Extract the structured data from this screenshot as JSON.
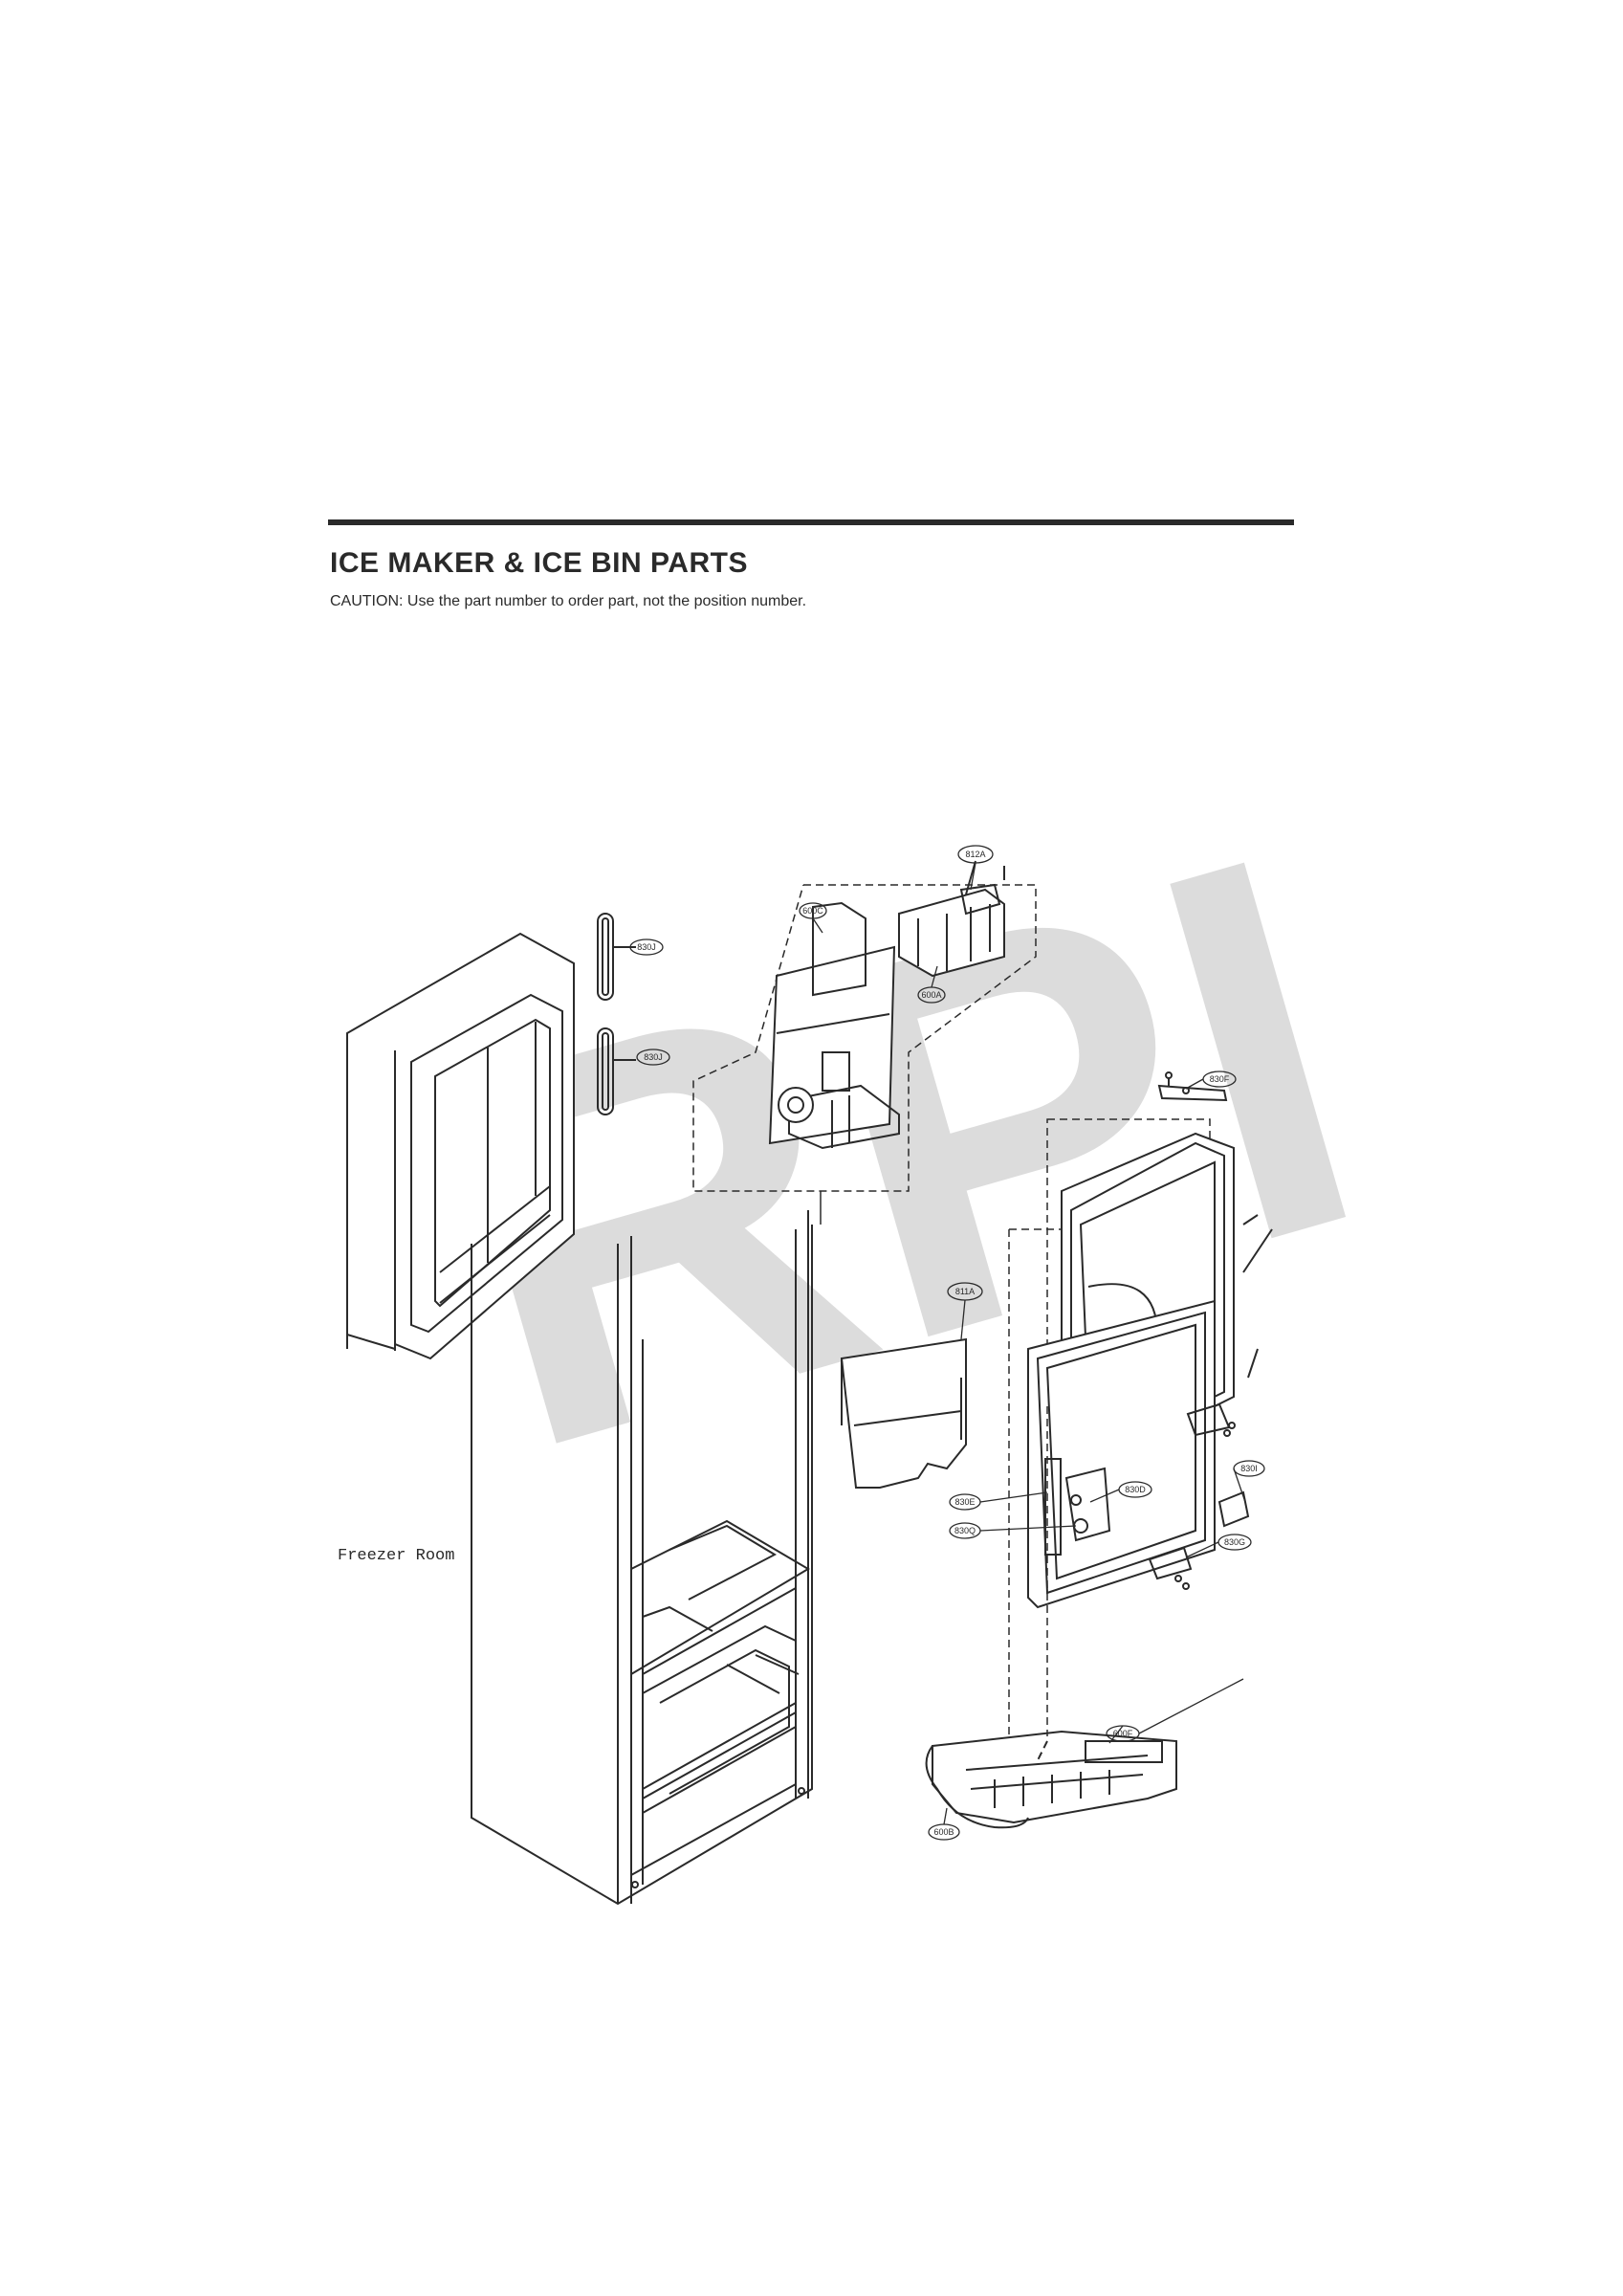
{
  "header": {
    "title": "ICE MAKER & ICE BIN PARTS",
    "caution": "CAUTION: Use the part number to order part, not the position number."
  },
  "watermark": {
    "text": "RPI",
    "color": "#dcdcdc"
  },
  "diagram": {
    "area_label": "Freezer Room",
    "callouts": {
      "c812A": "812A",
      "c600C": "600C",
      "c600A": "600A",
      "c830J_top": "830J",
      "c830J_bottom": "830J",
      "c830F": "830F",
      "c811A": "811A",
      "c830I": "830I",
      "c830E": "830E",
      "c830D": "830D",
      "c830Q": "830Q",
      "c830G": "830G",
      "c600F": "600F",
      "c600B": "600B"
    }
  },
  "colors": {
    "line": "#2a2a2a",
    "watermark": "#dcdcdc"
  }
}
